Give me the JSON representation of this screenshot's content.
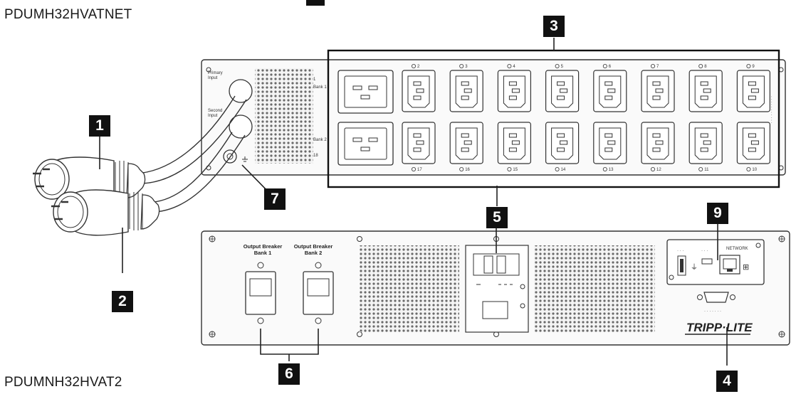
{
  "models": {
    "top": "PDUMH32HVATNET",
    "bottom": "PDUMNH32HVAT2"
  },
  "callouts": [
    {
      "id": "1",
      "label": "1"
    },
    {
      "id": "2",
      "label": "2"
    },
    {
      "id": "3",
      "label": "3"
    },
    {
      "id": "4",
      "label": "4"
    },
    {
      "id": "5",
      "label": "5"
    },
    {
      "id": "6",
      "label": "6"
    },
    {
      "id": "7",
      "label": "7"
    },
    {
      "id": "9",
      "label": "9"
    }
  ],
  "panel_labels": {
    "primary_input": [
      "Primary",
      "Input"
    ],
    "secondary_input": [
      "Second",
      "Input"
    ],
    "bank1_short": "Bank 1",
    "bank2_short": "Bank 2",
    "breaker_bank1": [
      "Output Breaker",
      "Bank 1"
    ],
    "breaker_bank2": [
      "Output Breaker",
      "Bank 2"
    ],
    "network": "NETWORK",
    "brand": "TRIPP·LITE"
  },
  "outlets_top": [
    "2",
    "3",
    "4",
    "5",
    "6",
    "7",
    "8",
    "9"
  ],
  "outlets_bottom": [
    "17",
    "16",
    "15",
    "14",
    "13",
    "12",
    "11",
    "10"
  ],
  "colors": {
    "callout_bg": "#111111",
    "callout_fg": "#ffffff",
    "line": "#222222"
  }
}
